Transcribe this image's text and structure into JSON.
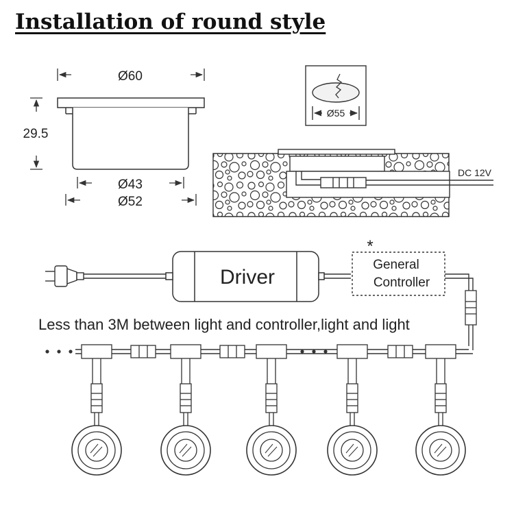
{
  "title": "Installation of round style",
  "dimensions": {
    "top_diameter": "Ø60",
    "height": "29.5",
    "inner_diameter": "Ø43",
    "outer_diameter": "Ø52",
    "cutout_diameter": "Ø55"
  },
  "power_label": "DC 12V",
  "driver_label": "Driver",
  "controller": {
    "asterisk": "*",
    "line1": "General",
    "line2": "Controller"
  },
  "distance_note": "Less than 3M between light and controller,light and light",
  "colors": {
    "line": "#333333",
    "text": "#222222"
  }
}
